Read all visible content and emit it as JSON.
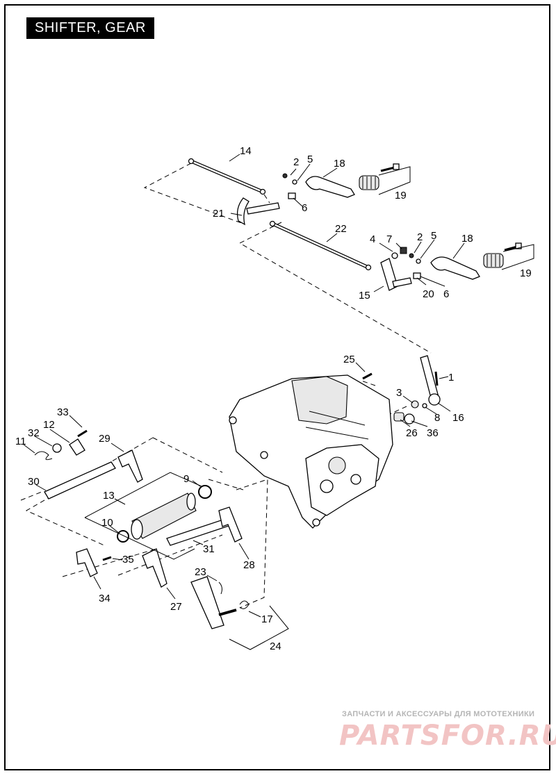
{
  "title": "SHIFTER, GEAR",
  "callouts": [
    {
      "id": "c14",
      "label": "14"
    },
    {
      "id": "c2a",
      "label": "2"
    },
    {
      "id": "c5a",
      "label": "5"
    },
    {
      "id": "c18a",
      "label": "18"
    },
    {
      "id": "c19a",
      "label": "19"
    },
    {
      "id": "c6a",
      "label": "6"
    },
    {
      "id": "c21",
      "label": "21"
    },
    {
      "id": "c22",
      "label": "22"
    },
    {
      "id": "c4",
      "label": "4"
    },
    {
      "id": "c7",
      "label": "7"
    },
    {
      "id": "c2b",
      "label": "2"
    },
    {
      "id": "c5b",
      "label": "5"
    },
    {
      "id": "c18b",
      "label": "18"
    },
    {
      "id": "c19b",
      "label": "19"
    },
    {
      "id": "c15",
      "label": "15"
    },
    {
      "id": "c20",
      "label": "20"
    },
    {
      "id": "c6b",
      "label": "6"
    },
    {
      "id": "c25",
      "label": "25"
    },
    {
      "id": "c1",
      "label": "1"
    },
    {
      "id": "c3",
      "label": "3"
    },
    {
      "id": "c8",
      "label": "8"
    },
    {
      "id": "c16",
      "label": "16"
    },
    {
      "id": "c26",
      "label": "26"
    },
    {
      "id": "c36",
      "label": "36"
    },
    {
      "id": "c33",
      "label": "33"
    },
    {
      "id": "c32",
      "label": "32"
    },
    {
      "id": "c12",
      "label": "12"
    },
    {
      "id": "c11",
      "label": "11"
    },
    {
      "id": "c29",
      "label": "29"
    },
    {
      "id": "c30",
      "label": "30"
    },
    {
      "id": "c9",
      "label": "9"
    },
    {
      "id": "c13",
      "label": "13"
    },
    {
      "id": "c10",
      "label": "10"
    },
    {
      "id": "c35",
      "label": "35"
    },
    {
      "id": "c31",
      "label": "31"
    },
    {
      "id": "c28",
      "label": "28"
    },
    {
      "id": "c34",
      "label": "34"
    },
    {
      "id": "c23",
      "label": "23"
    },
    {
      "id": "c27",
      "label": "27"
    },
    {
      "id": "c17",
      "label": "17"
    },
    {
      "id": "c24",
      "label": "24"
    }
  ],
  "watermark": {
    "tagline": "ЗАПЧАСТИ И АКСЕССУАРЫ ДЛЯ МОТОТЕХНИКИ",
    "brand": "PARTSFOR.RU"
  },
  "colors": {
    "line": "#000000",
    "background": "#ffffff",
    "watermark_brand": "#f2c4c4"
  }
}
